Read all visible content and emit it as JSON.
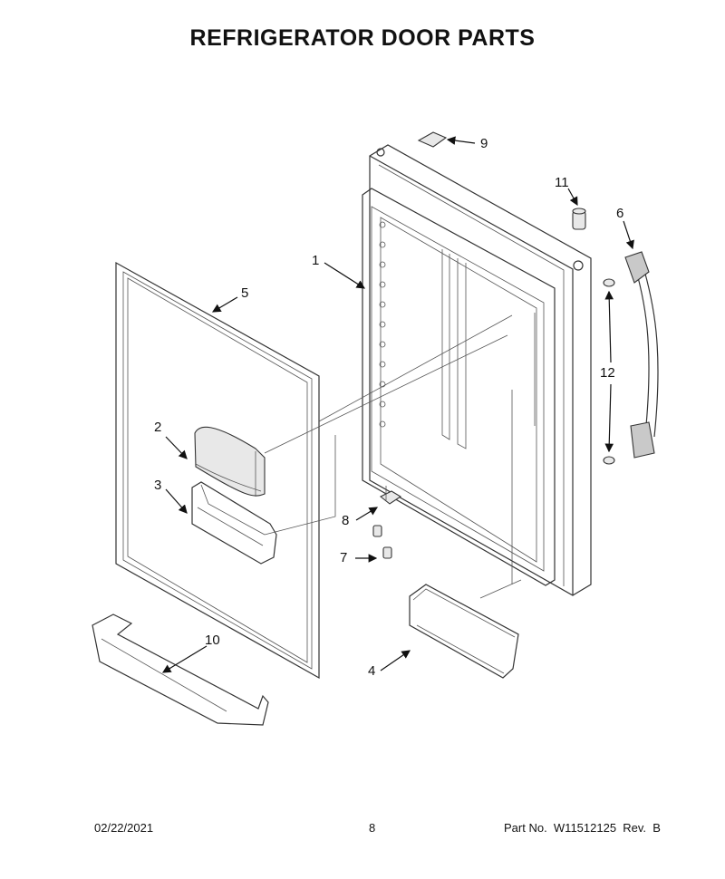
{
  "title": "REFRIGERATOR DOOR PARTS",
  "callouts": {
    "c1": "1",
    "c2": "2",
    "c3": "3",
    "c4": "4",
    "c5": "5",
    "c6": "6",
    "c7": "7",
    "c8": "8",
    "c9": "9",
    "c10": "10",
    "c11": "11",
    "c12": "12"
  },
  "footer": {
    "date": "02/22/2021",
    "page": "8",
    "part": "Part No.  W11512125  Rev.  B"
  },
  "colors": {
    "line": "#333333",
    "fill": "#e8e8e8"
  }
}
